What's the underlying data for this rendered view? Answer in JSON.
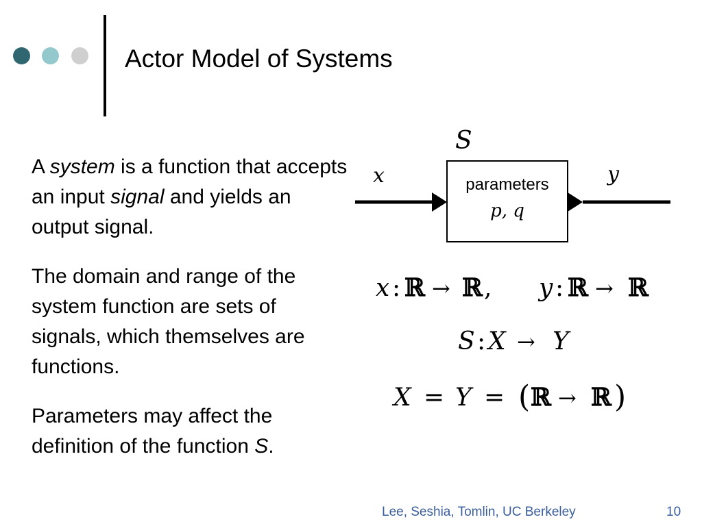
{
  "decor": {
    "dots": [
      "#2f6670",
      "#93c9cc",
      "#cfcfcf"
    ]
  },
  "title": "Actor Model of Systems",
  "body": {
    "p1": {
      "a": "A ",
      "b": "system",
      "c": " is a function that accepts an input ",
      "d": "signal",
      "e": " and yields an output signal."
    },
    "p2": "The domain and range of the system function are sets of signals, which themselves are functions.",
    "p3": {
      "a": "Parameters may affect the definition of the function ",
      "b": "S",
      "c": "."
    }
  },
  "diagram": {
    "system_label": "S",
    "input_label": "x",
    "output_label": "y",
    "box_line1": "parameters",
    "box_line2": "p, q"
  },
  "math": {
    "x_var": "x",
    "y_var": "y",
    "reals": "ℝ",
    "arrow": "→",
    "colon": ":",
    "comma": ",",
    "S": "S",
    "X": "X",
    "Y": "Y",
    "equals": "=",
    "lparen": "(",
    "rparen": ")"
  },
  "footer": {
    "credit": "Lee, Seshia, Tomlin, UC Berkeley",
    "page": "10"
  }
}
